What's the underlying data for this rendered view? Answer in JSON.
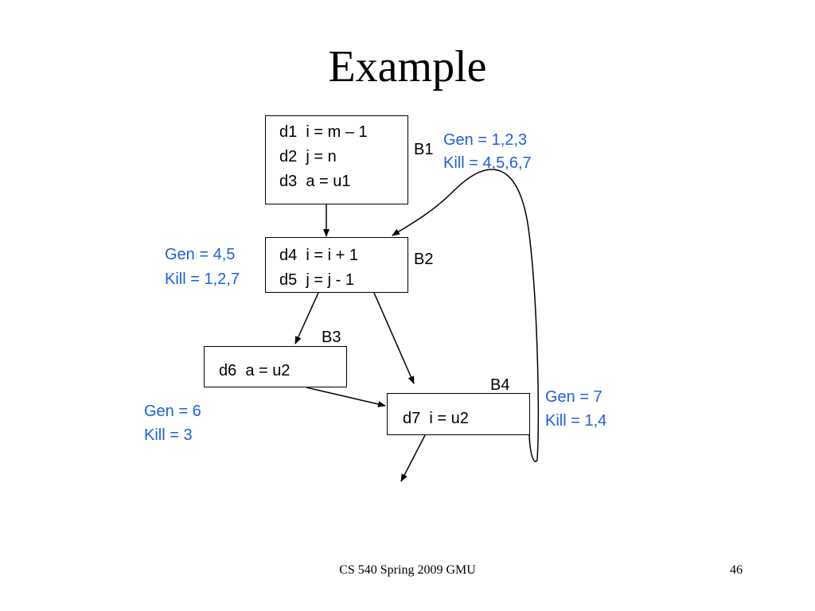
{
  "slide": {
    "title": "Example",
    "footer": "CS 540 Spring 2009 GMU",
    "page_number": "46"
  },
  "blocks": {
    "b1": {
      "label": "B1",
      "lines": [
        "d1  i = m – 1",
        "d2  j = n",
        "d3  a = u1"
      ]
    },
    "b2": {
      "label": "B2",
      "lines": [
        "d4  i = i + 1",
        "d5  j = j - 1"
      ]
    },
    "b3": {
      "label": "B3",
      "lines": [
        "d6  a = u2"
      ]
    },
    "b4": {
      "label": "B4",
      "lines": [
        "d7  i = u2"
      ]
    }
  },
  "annotations": {
    "b1": {
      "gen": "Gen = 1,2,3",
      "kill": "Kill = 4,5,6,7"
    },
    "b2": {
      "gen": "Gen = 4,5",
      "kill": "Kill = 1,2,7"
    },
    "b3": {
      "gen": "Gen = 6",
      "kill": "Kill = 3"
    },
    "b4": {
      "gen": "Gen = 7",
      "kill": "Kill = 1,4"
    }
  },
  "colors": {
    "annotation": "#1f5fe0",
    "text": "#000000",
    "background": "#ffffff"
  }
}
